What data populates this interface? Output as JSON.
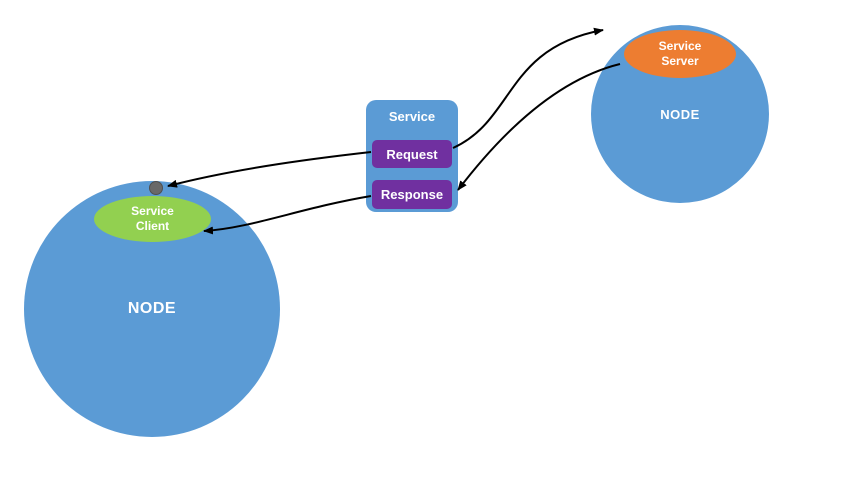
{
  "diagram": {
    "colors": {
      "node_blue": "#5b9bd5",
      "client_green": "#92d050",
      "server_orange": "#ed7d31",
      "message_purple": "#7030a0",
      "arrow_black": "#000000",
      "connection_dot_gray": "#696969"
    },
    "left_node": {
      "label": "NODE",
      "service_client_label": "Service Client"
    },
    "right_node": {
      "label": "NODE",
      "service_server_label": "Service Server"
    },
    "service_box": {
      "title": "Service",
      "request_label": "Request",
      "response_label": "Response"
    },
    "connections": [
      {
        "name": "request-to-server",
        "from": "Request",
        "to": "Service Server"
      },
      {
        "name": "server-to-response",
        "from": "Service Server",
        "to": "Response"
      },
      {
        "name": "request-to-client-node",
        "from": "Request",
        "to": "NODE (client)"
      },
      {
        "name": "response-to-client",
        "from": "Response",
        "to": "Service Client"
      }
    ]
  }
}
